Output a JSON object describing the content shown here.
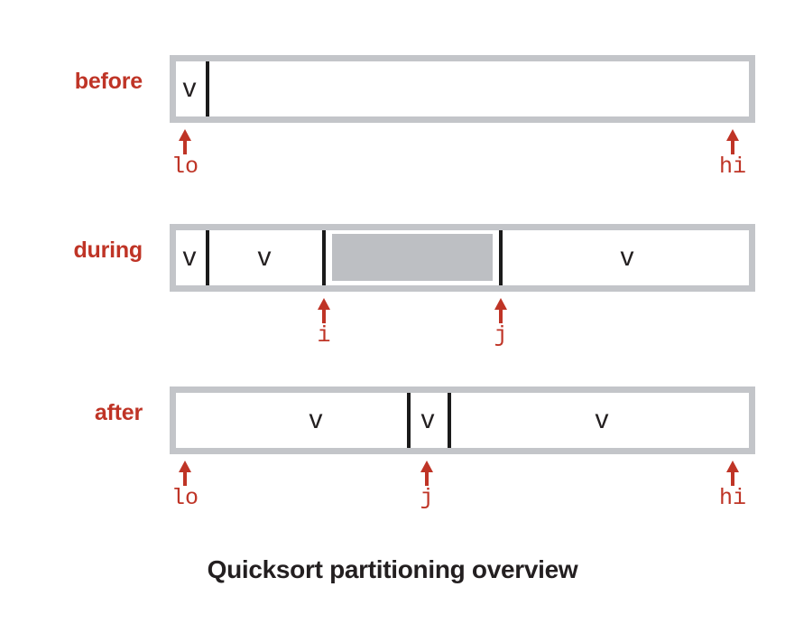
{
  "figure": {
    "caption": "Quicksort partitioning overview",
    "colors": {
      "annotation_red": "#bf3426",
      "bar_border_grey": "#c3c5c9",
      "block_grey": "#bdbfc3",
      "glyph_black": "#231f20",
      "divider_black": "#1a1a1a",
      "background": "#ffffff"
    }
  },
  "rows": [
    {
      "label": "before",
      "cells": [
        {
          "value": "v"
        },
        {
          "value": ""
        }
      ],
      "pointers": [
        {
          "name": "lo"
        },
        {
          "name": "hi"
        }
      ]
    },
    {
      "label": "during",
      "cells": [
        {
          "value": "v"
        },
        {
          "value": "v"
        },
        {
          "value": ""
        },
        {
          "value": "v"
        }
      ],
      "pointers": [
        {
          "name": "i"
        },
        {
          "name": "j"
        }
      ]
    },
    {
      "label": "after",
      "cells": [
        {
          "value": "v"
        },
        {
          "value": "v"
        },
        {
          "value": "v"
        }
      ],
      "pointers": [
        {
          "name": "lo"
        },
        {
          "name": "j"
        },
        {
          "name": "hi"
        }
      ]
    }
  ]
}
